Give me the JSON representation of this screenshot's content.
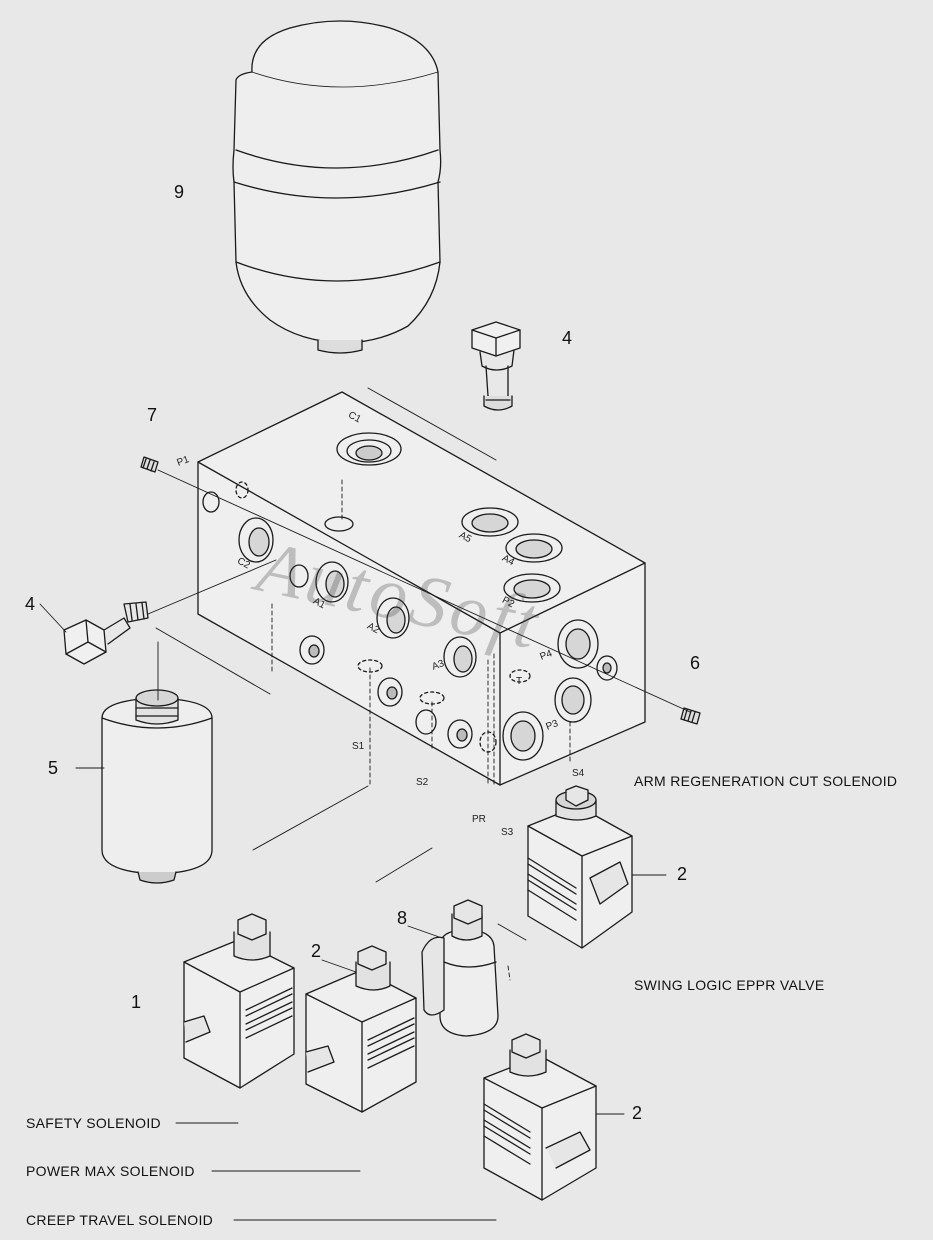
{
  "callouts": {
    "n9": "9",
    "n4_top": "4",
    "n7": "7",
    "n4_left": "4",
    "n6": "6",
    "n5": "5",
    "n2_right": "2",
    "n8": "8",
    "n2_mid": "2",
    "n1": "1",
    "n2_bottom": "2"
  },
  "ports": {
    "C1": "C1",
    "P1": "P1",
    "C2": "C2",
    "A1": "A1",
    "A2": "A2",
    "A3": "A3",
    "A4": "A4",
    "A5": "A5",
    "P2": "P2",
    "P4": "P4",
    "P3": "P3",
    "T": "T",
    "S1": "S1",
    "S2": "S2",
    "S3": "S3",
    "S4": "S4",
    "PR": "PR"
  },
  "captions": {
    "arm_regeneration": "ARM REGENERATION CUT SOLENOID",
    "swing_logic": "SWING LOGIC EPPR VALVE",
    "safety": "SAFETY SOLENOID",
    "power_max": "POWER MAX SOLENOID",
    "creep_travel": "CREEP TRAVEL SOLENOID"
  },
  "watermark": "AutoSoft"
}
